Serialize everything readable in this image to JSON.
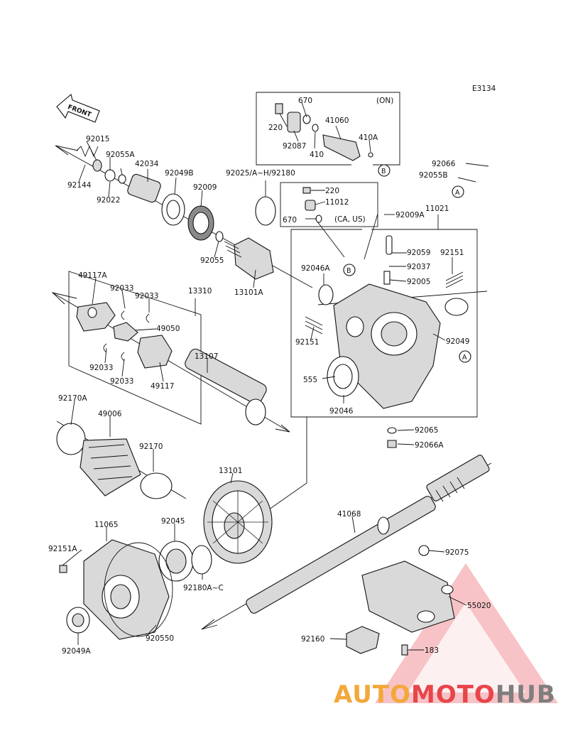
{
  "diagram_code": "E3134",
  "front_label": "FRONT",
  "inset_on_label": "(ON)",
  "inset_ca_us_label": "(CA, US)",
  "callouts": [
    {
      "label": "A"
    },
    {
      "label": "A"
    },
    {
      "label": "B"
    },
    {
      "label": "B"
    }
  ],
  "part_labels": [
    "670",
    "220",
    "92087",
    "410",
    "41060",
    "410A",
    "92066",
    "92055B",
    "220",
    "11012",
    "670",
    "92009A",
    "11021",
    "92015",
    "92055A",
    "42034",
    "92049B",
    "92144",
    "92022",
    "92009",
    "92025/A~H/92180",
    "92055",
    "13101A",
    "92046A",
    "92059",
    "92037",
    "92151",
    "92005",
    "92151",
    "92049",
    "49117A",
    "92033",
    "92033",
    "13310",
    "49050",
    "92033",
    "92033",
    "49117",
    "13107",
    "555",
    "92046",
    "92065",
    "92066A",
    "92170A",
    "49006",
    "92170",
    "13101",
    "41068",
    "11065",
    "92045",
    "92151A",
    "92180A~C",
    "92075",
    "55020",
    "92049A",
    "920550",
    "92160",
    "183"
  ],
  "brand": {
    "segments": [
      {
        "text": "AUTO",
        "color": "#f2a83a"
      },
      {
        "text": "MOTO",
        "color": "#e8454a"
      },
      {
        "text": "HUB",
        "color": "#7e7e7e"
      }
    ]
  }
}
